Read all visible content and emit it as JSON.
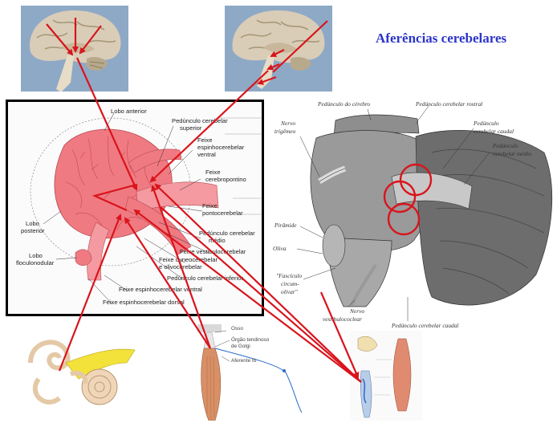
{
  "title": "Aferências cerebelares",
  "colors": {
    "title": "#2b35c8",
    "arrow": "#d9141c",
    "cerebellum": "#f07a82",
    "panel_border": "#000000"
  },
  "cerebellum_panel": {
    "lobo_anterior": "Lobo anterior",
    "pedunculo_superior_1": "Pedúnculo cerebelar",
    "pedunculo_superior_2": "superior",
    "feixe_espinho_ventral_1": "Feixe",
    "feixe_espinho_ventral_2": "espinhocerebelar",
    "feixe_espinho_ventral_3": "ventral",
    "feixe_cerebropontino_1": "Feixe",
    "feixe_cerebropontino_2": "cerebropontino",
    "feixe_pontocerebelar_1": "Feixe",
    "feixe_pontocerebelar_2": "pontocerebelar",
    "pedunculo_medio_1": "Pedúnculo cerebelar",
    "pedunculo_medio_2": "médio",
    "feixe_vestibulo": "Feixe vestibulocerebelar",
    "feixe_cuneo_1": "Feixe cuneocerebelar",
    "feixe_cuneo_2": "e olivocerebelar",
    "pedunculo_inferior": "Pedúnculo cerebelar inferior",
    "feixe_espinho_ventral_b": "Feixe espinhocerebelar ventral",
    "feixe_espinho_dorsal": "Feixe espinhocerebelar dorsal",
    "lobo_posterior_1": "Lobo",
    "lobo_posterior_2": "posterior",
    "lobo_floculo_1": "Lobo",
    "lobo_floculo_2": "floculonodular"
  },
  "brainstem": {
    "pedunculo_cerebro": "Pedúnculo do cérebro",
    "pedunculo_rostral": "Pedúnculo cerebelar rostral",
    "nervo_trigemeo_1": "Nervo",
    "nervo_trigemeo_2": "trigêmeo",
    "pedunculo_caudal_1": "Pedúnculo",
    "pedunculo_caudal_2": "cerebelar caudal",
    "pedunculo_medio_1": "Pedúnculo",
    "pedunculo_medio_2": "cerebelar médio",
    "piramide": "Pirâmide",
    "oliva": "Oliva",
    "fasciculo_1": "\"Fascículo",
    "fasciculo_2": "circum-",
    "fasciculo_3": "olivar\"",
    "nervo_vestibulo_1": "Nervo",
    "nervo_vestibulo_2": "vestibulococlear",
    "pedunculo_caudal_bottom": "Pedúnculo cerebelar caudal"
  },
  "muscle_figure": {
    "osso": "Osso",
    "orgao_1": "Órgão tendinoso",
    "orgao_2": "de Golgi",
    "aferente": "Aferente Ib"
  }
}
